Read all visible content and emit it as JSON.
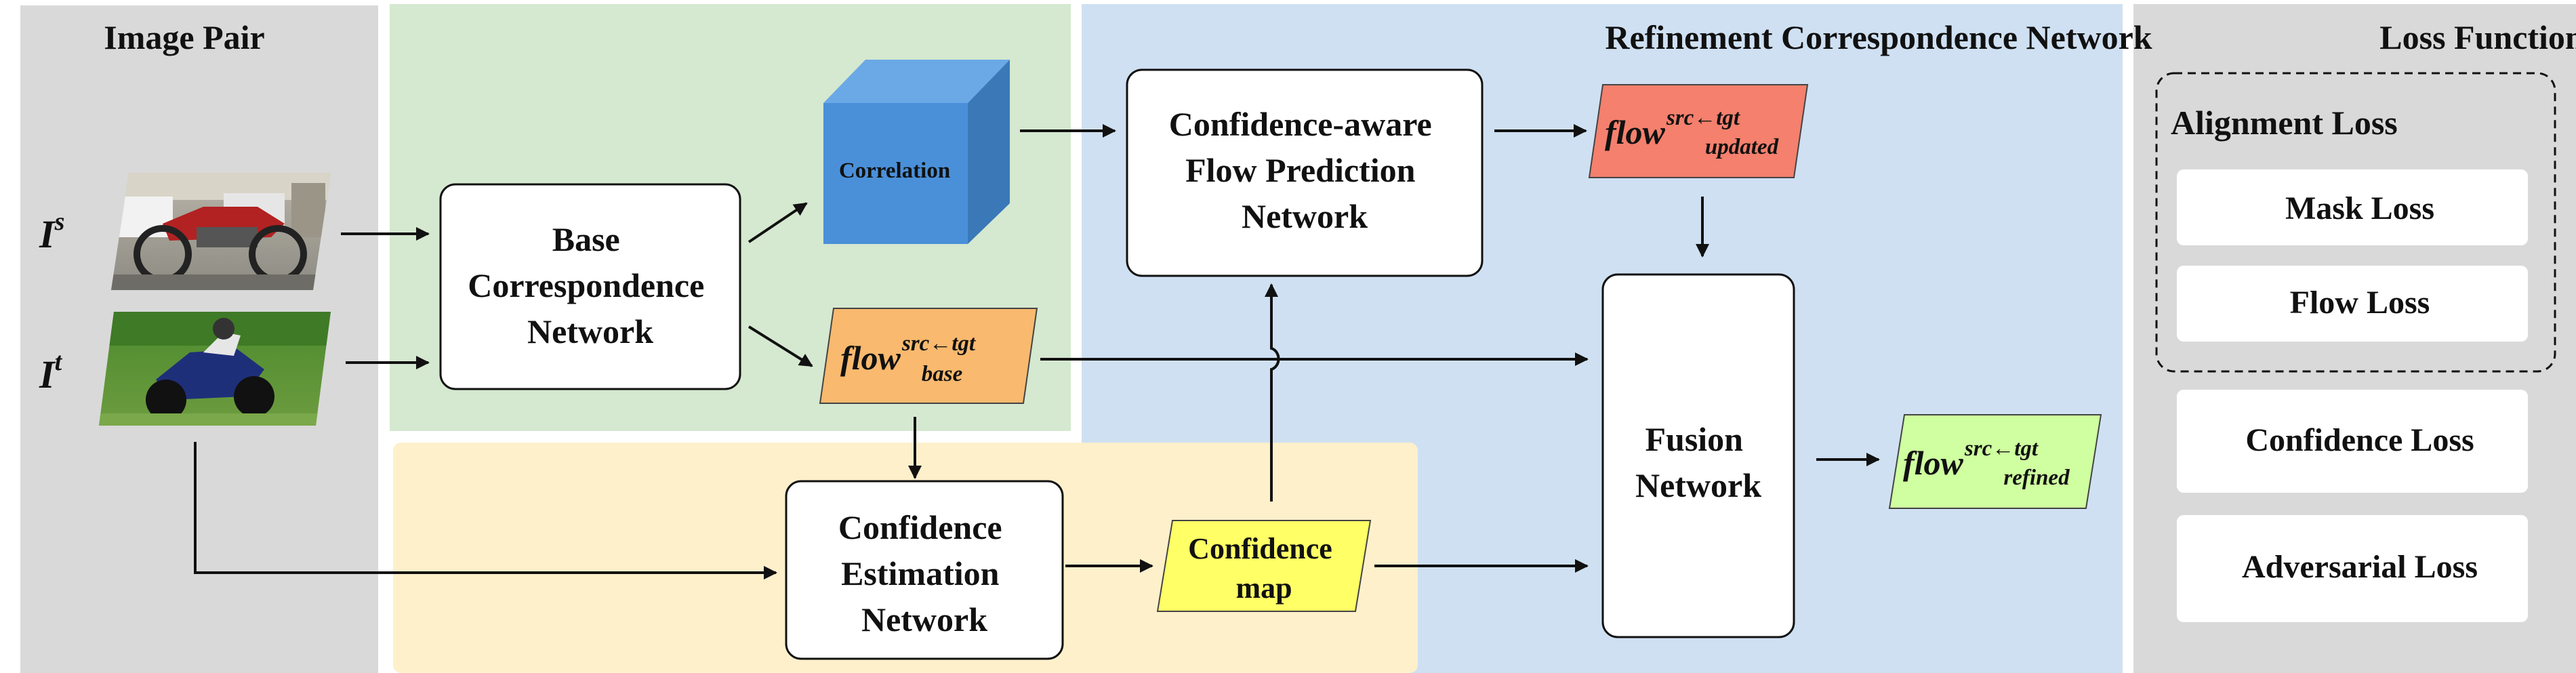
{
  "panels": {
    "image_pair": {
      "title": "Image Pair",
      "color": "#d9d9d9"
    },
    "base": {
      "color": "#d5e8d0"
    },
    "confidence": {
      "color": "#fdf0cb"
    },
    "refinement": {
      "title": "Refinement Correspondence Network",
      "color": "#cfe0f2"
    },
    "loss": {
      "title": "Loss Function",
      "color": "#d9d9d9"
    }
  },
  "images": {
    "source": {
      "label": "I",
      "sup": "s"
    },
    "target": {
      "label": "I",
      "sup": "t"
    }
  },
  "boxes": {
    "base_network": {
      "lines": [
        "Base",
        "Correspondence",
        "Network"
      ]
    },
    "correlation": {
      "label": "Correlation",
      "color": "#4a90d9"
    },
    "confidence_flow": {
      "lines": [
        "Confidence-aware",
        "Flow Prediction",
        "Network"
      ]
    },
    "fusion": {
      "lines": [
        "Fusion",
        "Network"
      ]
    },
    "confidence_estimation": {
      "lines": [
        "Confidence",
        "Estimation",
        "Network"
      ]
    },
    "confidence_map": {
      "lines": [
        "Confidence",
        "map"
      ],
      "color": "#ffff66"
    }
  },
  "flows": {
    "base": {
      "main": "flow",
      "sup": "src←tgt",
      "sub": "base",
      "color": "#f9b96e"
    },
    "updated": {
      "main": "flow",
      "sup": "src←tgt",
      "sub": "updated",
      "color": "#f4806d"
    },
    "refined": {
      "main": "flow",
      "sup": "src←tgt",
      "sub": "refined",
      "color": "#cfffa0"
    }
  },
  "losses": {
    "group_title": "Alignment Loss",
    "mask": "Mask Loss",
    "flow": "Flow Loss",
    "confidence": "Confidence Loss",
    "adversarial": "Adversarial Loss"
  }
}
